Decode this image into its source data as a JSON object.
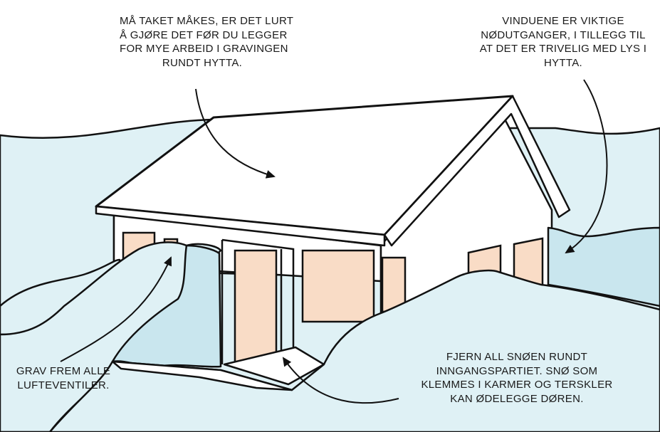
{
  "illustration": {
    "colors": {
      "snow": "#dff1f5",
      "snow_shadow": "#c9e6ee",
      "window": "#f9dcc6",
      "house_wall": "#ffffff",
      "outline": "#111111"
    },
    "annotations": {
      "roof": {
        "lines": [
          "MÅ TAKET MÅKES, ER DET LURT",
          "Å GJØRE DET FØR DU LEGGER",
          "FOR MYE ARBEID I GRAVINGEN",
          "RUNDT HYTTA."
        ]
      },
      "windows": {
        "lines": [
          "VINDUENE ER VIKTIGE",
          "NØDUTGANGER, I TILLEGG TIL",
          "AT DET ER TRIVELIG MED LYS I",
          "HYTTA."
        ]
      },
      "vents": {
        "lines": [
          "GRAV FREM ALLE",
          "LUFTEVENTILER."
        ]
      },
      "entrance": {
        "lines": [
          "FJERN ALL SNØEN RUNDT",
          "INNGANGSPARTIET. SNØ SOM",
          "KLEMMES I KARMER OG TERSKLER",
          "KAN ØDELEGGE DØREN."
        ]
      }
    }
  }
}
